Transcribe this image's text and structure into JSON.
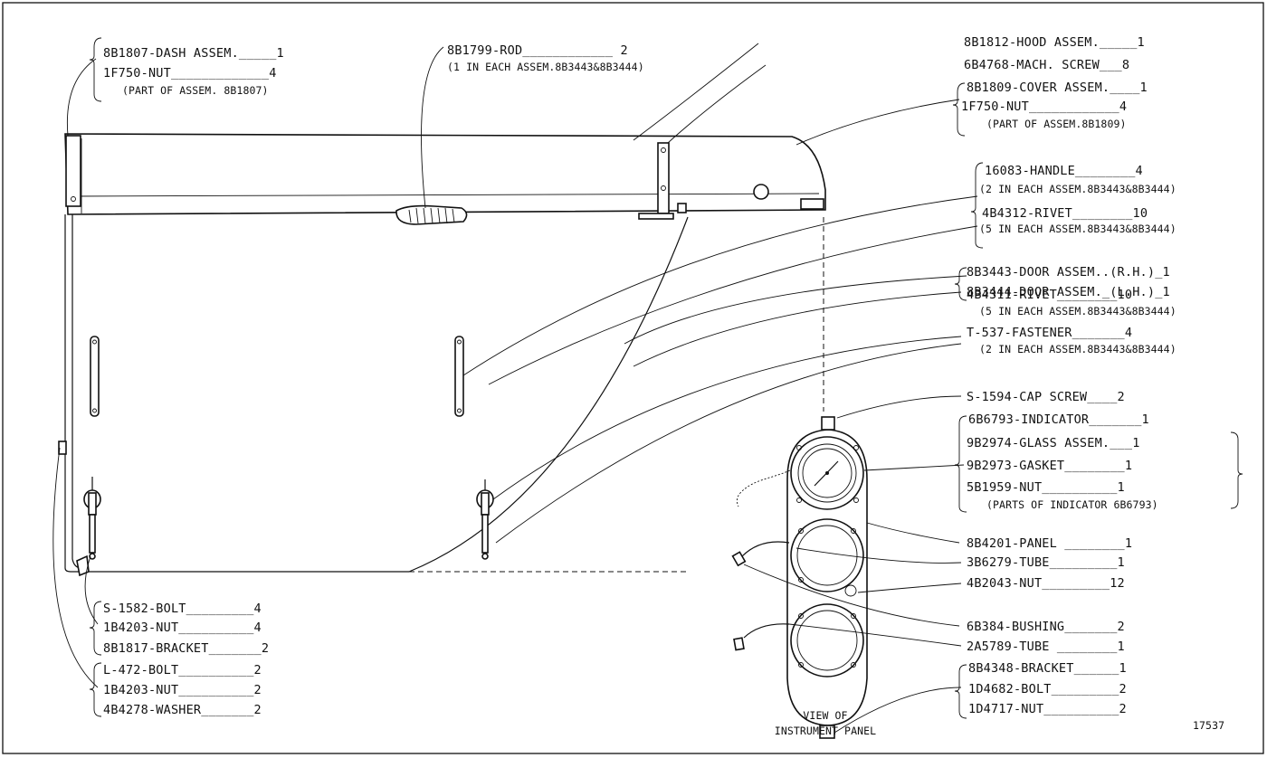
{
  "figure_number": "17537",
  "instrument_panel_caption": [
    "VIEW OF",
    "INSTRUMENT PANEL"
  ],
  "callouts": {
    "top_left": [
      {
        "text": "8B1807-DASH ASSEM._____1"
      },
      {
        "text": "1F750-NUT_____________4"
      },
      {
        "text": "(PART OF ASSEM. 8B1807)",
        "note": true
      }
    ],
    "top_center": [
      {
        "text": "8B1799-ROD____________ 2"
      },
      {
        "text": "(1 IN EACH ASSEM.8B3443&8B3444)",
        "note": true
      }
    ],
    "right": [
      {
        "text": "8B1812-HOOD ASSEM._____1"
      },
      {
        "text": "6B4768-MACH. SCREW___8"
      },
      {
        "text": "8B1809-COVER ASSEM.____1"
      },
      {
        "text": "1F750-NUT____________4"
      },
      {
        "text": "(PART OF ASSEM.8B1809)",
        "note": true
      },
      {
        "text": "16083-HANDLE________4"
      },
      {
        "text": "(2 IN EACH ASSEM.8B3443&8B3444)",
        "note": true
      },
      {
        "text": "4B4312-RIVET________10"
      },
      {
        "text": "(5 IN EACH ASSEM.8B3443&8B3444)",
        "note": true
      },
      {
        "text": "8B3443-DOOR ASSEM..(R.H.)_1"
      },
      {
        "text": "8B3444-DOOR ASSEM._(L.H.)_1"
      },
      {
        "text": "4B4311-RIVET________10"
      },
      {
        "text": "(5 IN EACH ASSEM.8B3443&8B3444)",
        "note": true
      },
      {
        "text": "T-537-FASTENER_______4"
      },
      {
        "text": "(2 IN EACH ASSEM.8B3443&8B3444)",
        "note": true
      },
      {
        "text": "S-1594-CAP SCREW____2"
      },
      {
        "text": "6B6793-INDICATOR_______1"
      },
      {
        "text": "9B2974-GLASS ASSEM.___1"
      },
      {
        "text": "9B2973-GASKET________1"
      },
      {
        "text": "5B1959-NUT__________1"
      },
      {
        "text": "(PARTS OF INDICATOR 6B6793)",
        "note": true
      },
      {
        "text": "8B4201-PANEL ________1"
      },
      {
        "text": "3B6279-TUBE_________1"
      },
      {
        "text": "4B2043-NUT_________12"
      },
      {
        "text": "6B384-BUSHING_______2"
      },
      {
        "text": "2A5789-TUBE ________1"
      },
      {
        "text": "8B4348-BRACKET______1"
      },
      {
        "text": "1D4682-BOLT_________2"
      },
      {
        "text": "1D4717-NUT__________2"
      }
    ],
    "bottom_left": [
      {
        "text": "S-1582-BOLT_________4"
      },
      {
        "text": "1B4203-NUT__________4"
      },
      {
        "text": "8B1817-BRACKET_______2"
      },
      {
        "text": "L-472-BOLT__________2"
      },
      {
        "text": "1B4203-NUT__________2"
      },
      {
        "text": "4B4278-WASHER_______2"
      }
    ]
  }
}
